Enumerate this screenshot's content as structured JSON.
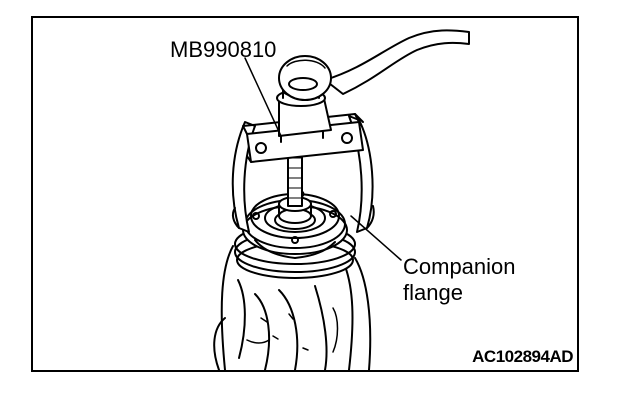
{
  "diagram": {
    "labels": {
      "tool": "MB990810",
      "part_line1": "Companion",
      "part_line2": "flange"
    },
    "figure_code": "AC102894AD"
  },
  "colors": {
    "ink": "#000000",
    "paper": "#ffffff"
  }
}
